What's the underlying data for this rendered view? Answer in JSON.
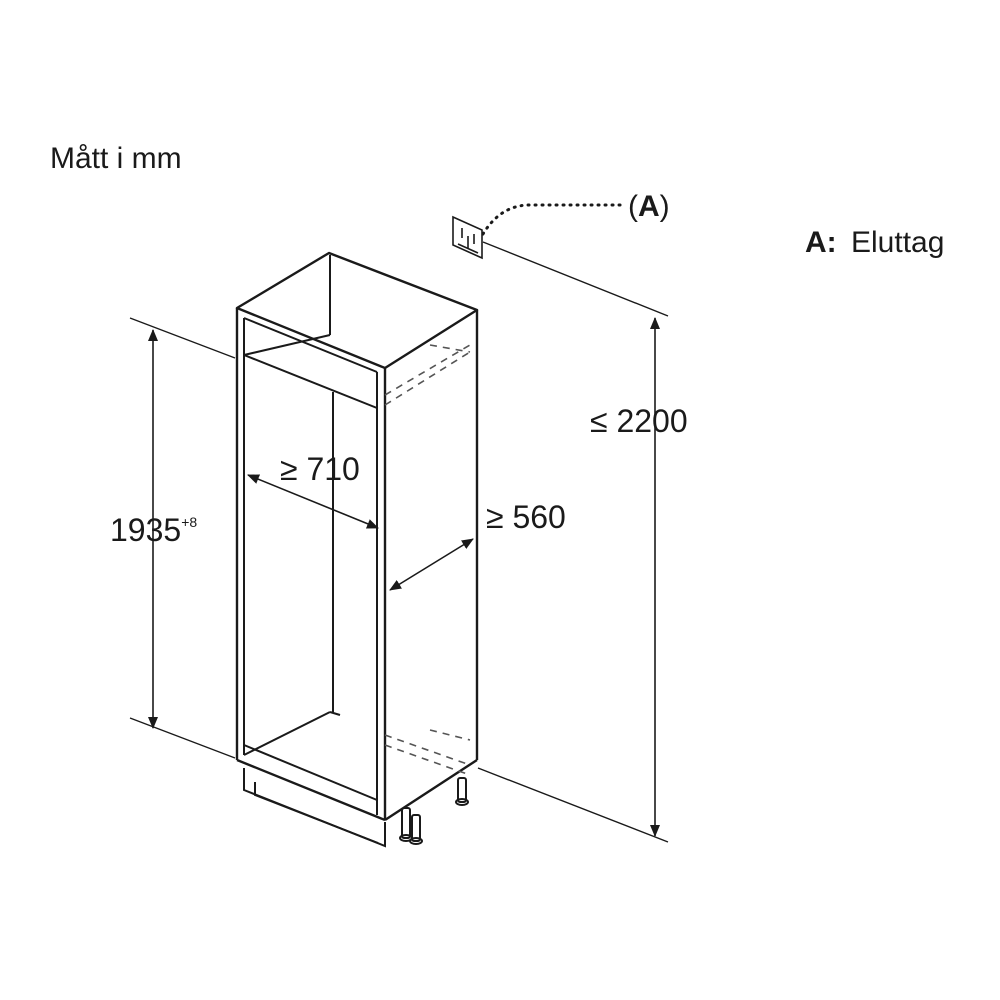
{
  "diagram": {
    "units_label": "Mått i mm",
    "callout_marker": "(A)",
    "callout_marker_letter": "A",
    "legend": {
      "key": "A:",
      "text": "Eluttag"
    },
    "dimensions": {
      "niche_height": "1935",
      "niche_height_tolerance": "+8",
      "niche_depth": "≥ 710",
      "niche_width": "≥ 560",
      "max_total_height": "≤ 2200"
    },
    "colors": {
      "line": "#1a1a1a",
      "hidden_line": "#555555",
      "background": "#ffffff"
    },
    "icons": [
      "power-outlet-icon",
      "dimension-arrow-icon"
    ]
  }
}
